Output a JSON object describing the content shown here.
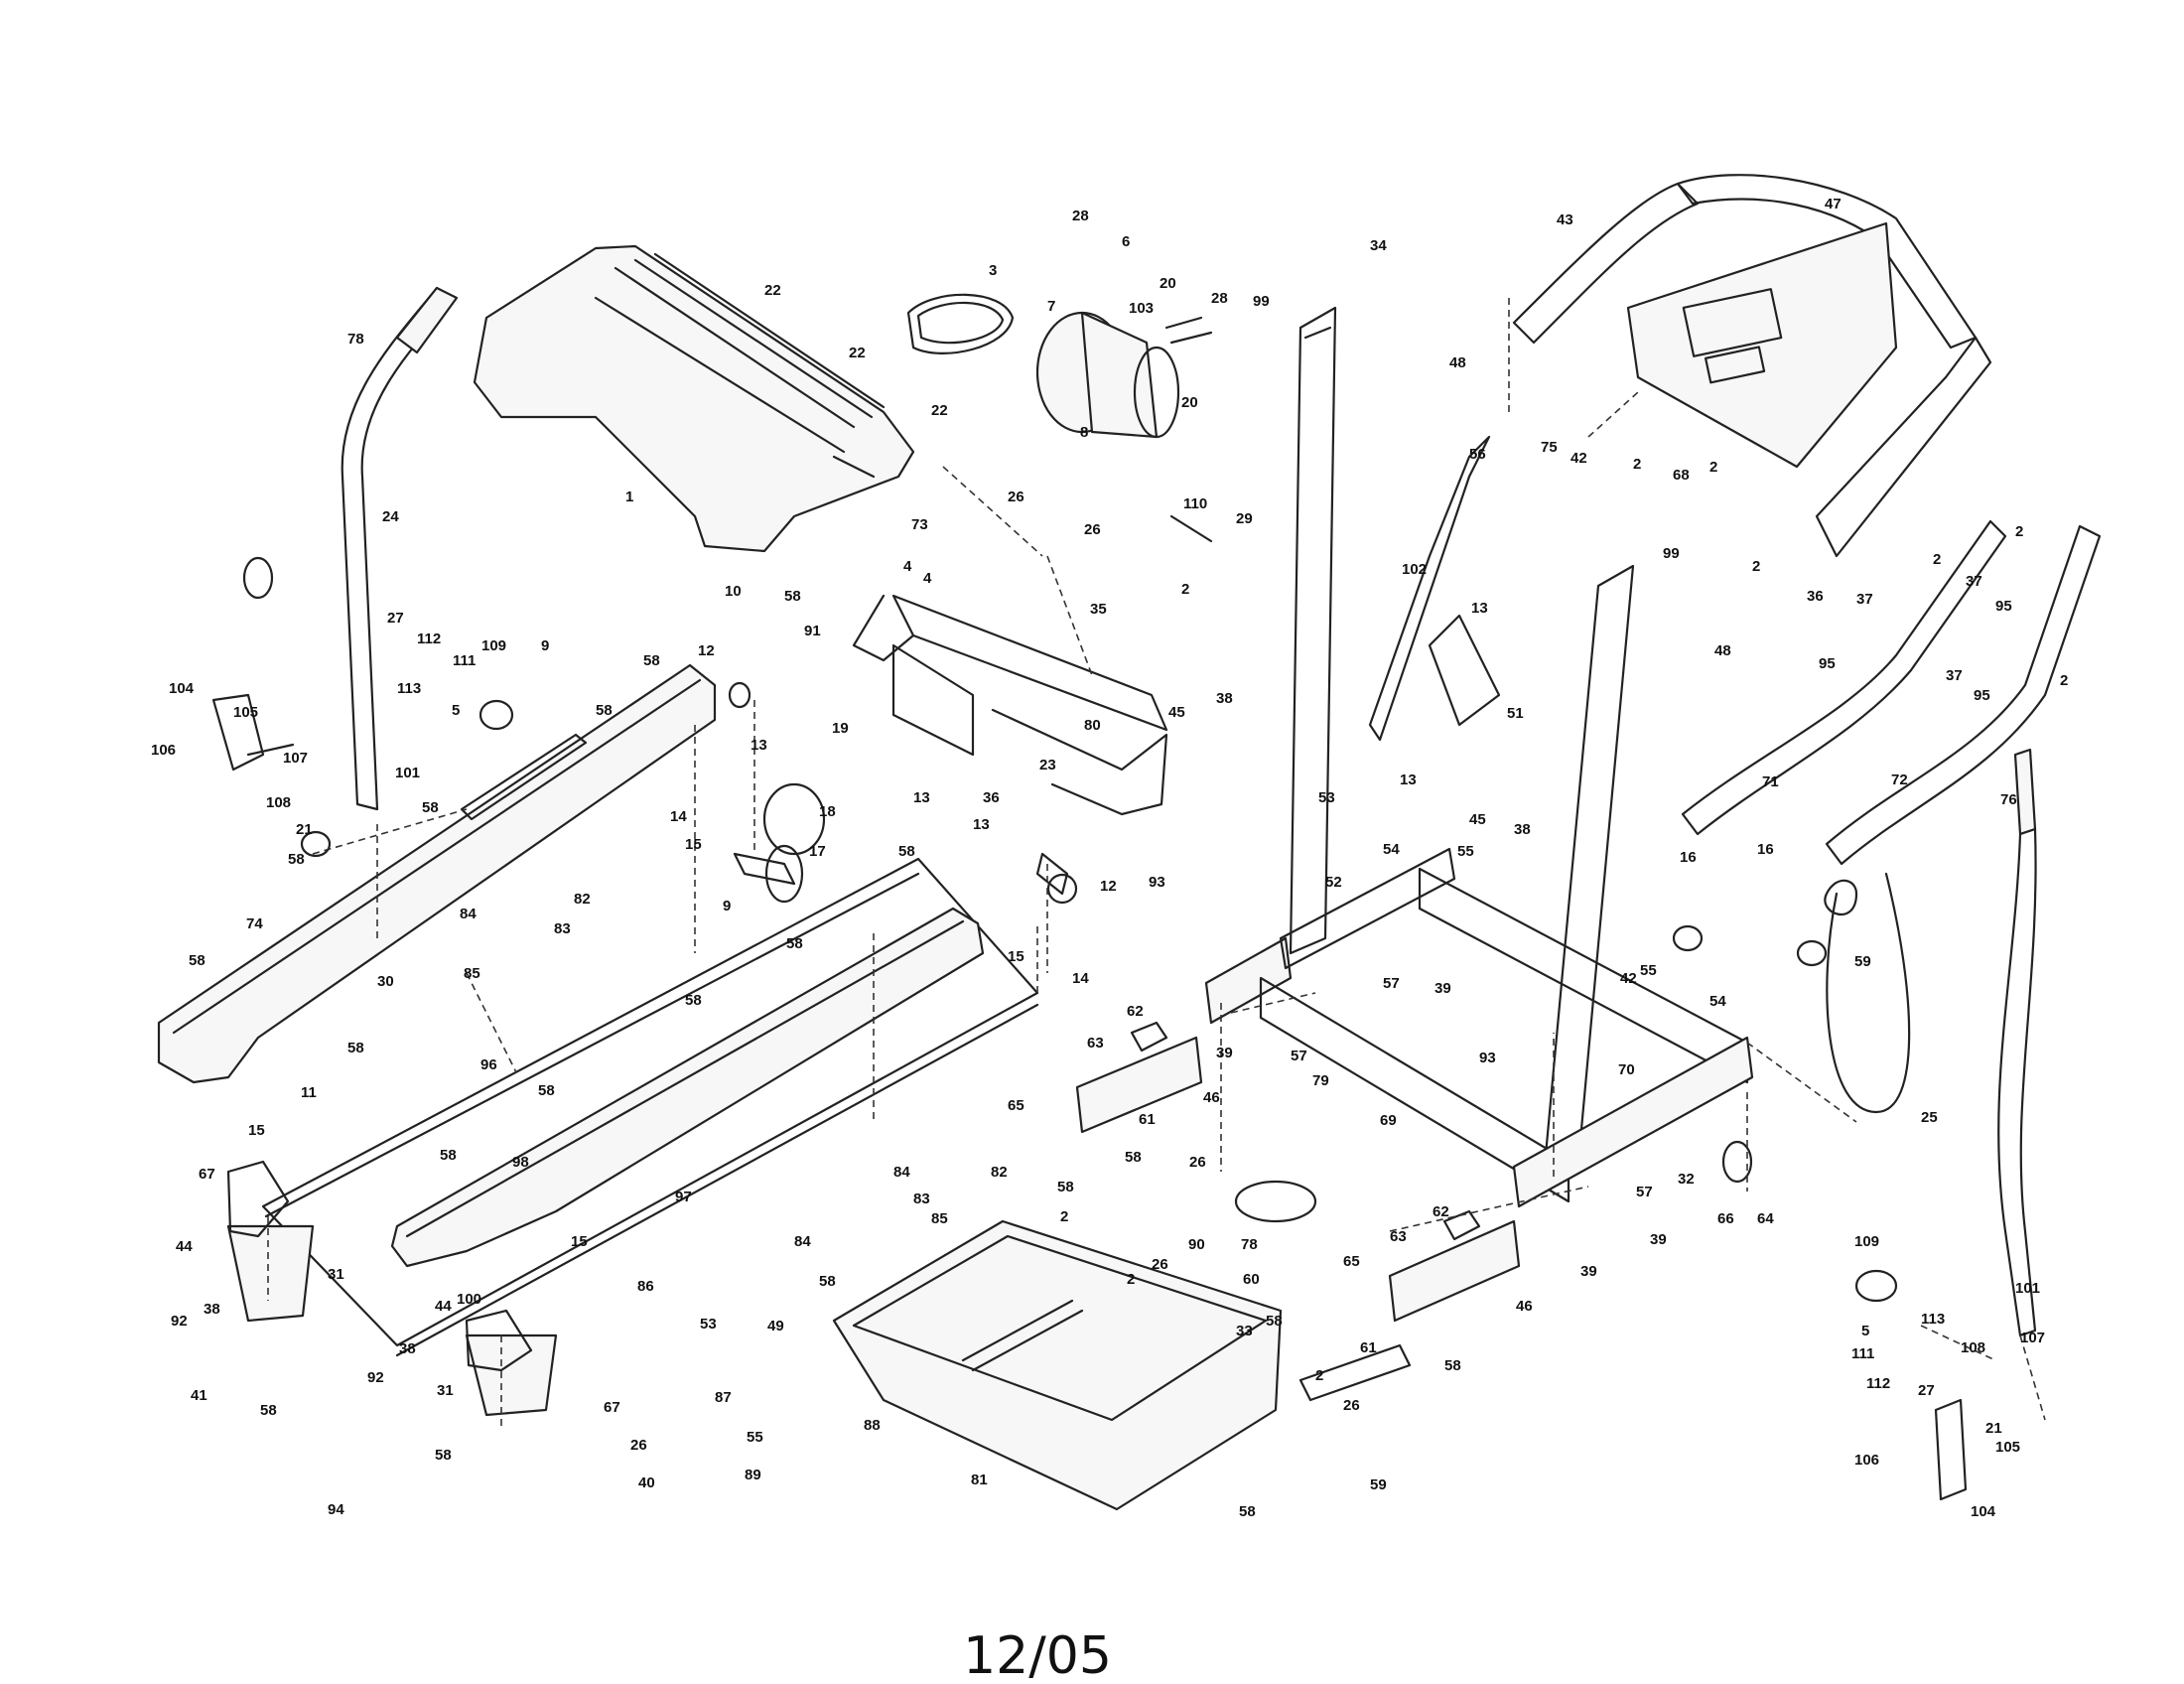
{
  "caption": "12/05",
  "callouts": [
    {
      "id": "c1",
      "label": "1"
    },
    {
      "id": "c3",
      "label": "3"
    },
    {
      "id": "c22a",
      "label": "22"
    },
    {
      "id": "c22b",
      "label": "22"
    },
    {
      "id": "c22c",
      "label": "22"
    },
    {
      "id": "c78",
      "label": "78"
    },
    {
      "id": "c24",
      "label": "24"
    },
    {
      "id": "c7",
      "label": "7"
    },
    {
      "id": "c8",
      "label": "8"
    },
    {
      "id": "c28a",
      "label": "28"
    },
    {
      "id": "c6",
      "label": "6"
    },
    {
      "id": "c20a",
      "label": "20"
    },
    {
      "id": "c103",
      "label": "103"
    },
    {
      "id": "c28b",
      "label": "28"
    },
    {
      "id": "c20b",
      "label": "20"
    },
    {
      "id": "c99a",
      "label": "99"
    },
    {
      "id": "c34",
      "label": "34"
    },
    {
      "id": "c48a",
      "label": "48"
    },
    {
      "id": "c43",
      "label": "43"
    },
    {
      "id": "c47",
      "label": "47"
    },
    {
      "id": "c75",
      "label": "75"
    },
    {
      "id": "c2a",
      "label": "2"
    },
    {
      "id": "c68a",
      "label": "68"
    },
    {
      "id": "c2b",
      "label": "2"
    },
    {
      "id": "c56",
      "label": "56"
    },
    {
      "id": "c42a",
      "label": "42"
    },
    {
      "id": "c110",
      "label": "110"
    },
    {
      "id": "c29",
      "label": "29"
    },
    {
      "id": "c2c",
      "label": "2"
    },
    {
      "id": "c73",
      "label": "73"
    },
    {
      "id": "c26a",
      "label": "26"
    },
    {
      "id": "c26b",
      "label": "26"
    },
    {
      "id": "c35",
      "label": "35"
    },
    {
      "id": "c10",
      "label": "10"
    },
    {
      "id": "c58a",
      "label": "58"
    },
    {
      "id": "c91",
      "label": "91"
    },
    {
      "id": "c4a",
      "label": "4"
    },
    {
      "id": "c4b",
      "label": "4"
    },
    {
      "id": "c12a",
      "label": "12"
    },
    {
      "id": "c80",
      "label": "80"
    },
    {
      "id": "c27a",
      "label": "27"
    },
    {
      "id": "c112a",
      "label": "112"
    },
    {
      "id": "c111a",
      "label": "111"
    },
    {
      "id": "c113a",
      "label": "113"
    },
    {
      "id": "c5a",
      "label": "5"
    },
    {
      "id": "c109a",
      "label": "109"
    },
    {
      "id": "c9a",
      "label": "9"
    },
    {
      "id": "c58b",
      "label": "58"
    },
    {
      "id": "c58c",
      "label": "58"
    },
    {
      "id": "c104a",
      "label": "104"
    },
    {
      "id": "c105a",
      "label": "105"
    },
    {
      "id": "c106a",
      "label": "106"
    },
    {
      "id": "c107a",
      "label": "107"
    },
    {
      "id": "c108a",
      "label": "108"
    },
    {
      "id": "c101a",
      "label": "101"
    },
    {
      "id": "c58d",
      "label": "58"
    },
    {
      "id": "c21a",
      "label": "21"
    },
    {
      "id": "c58e",
      "label": "58"
    },
    {
      "id": "c74",
      "label": "74"
    },
    {
      "id": "c58f",
      "label": "58"
    },
    {
      "id": "c13a",
      "label": "13"
    },
    {
      "id": "c19",
      "label": "19"
    },
    {
      "id": "c13b",
      "label": "13"
    },
    {
      "id": "c36a",
      "label": "36"
    },
    {
      "id": "c23",
      "label": "23"
    },
    {
      "id": "c14a",
      "label": "14"
    },
    {
      "id": "c18",
      "label": "18"
    },
    {
      "id": "c15a",
      "label": "15"
    },
    {
      "id": "c17",
      "label": "17"
    },
    {
      "id": "c58g",
      "label": "58"
    },
    {
      "id": "c13c",
      "label": "13"
    },
    {
      "id": "c12b",
      "label": "12"
    },
    {
      "id": "c82a",
      "label": "82"
    },
    {
      "id": "c84a",
      "label": "84"
    },
    {
      "id": "c83a",
      "label": "83"
    },
    {
      "id": "c85a",
      "label": "85"
    },
    {
      "id": "c9b",
      "label": "9"
    },
    {
      "id": "c58h",
      "label": "58"
    },
    {
      "id": "c15b",
      "label": "15"
    },
    {
      "id": "c30",
      "label": "30"
    },
    {
      "id": "c58i",
      "label": "58"
    },
    {
      "id": "c11",
      "label": "11"
    },
    {
      "id": "c58j",
      "label": "58"
    },
    {
      "id": "c14b",
      "label": "14"
    },
    {
      "id": "c96",
      "label": "96"
    },
    {
      "id": "c58k",
      "label": "58"
    },
    {
      "id": "c15c",
      "label": "15"
    },
    {
      "id": "c67a",
      "label": "67"
    },
    {
      "id": "c58l",
      "label": "58"
    },
    {
      "id": "c98",
      "label": "98"
    },
    {
      "id": "c97",
      "label": "97"
    },
    {
      "id": "c44a",
      "label": "44"
    },
    {
      "id": "c92a",
      "label": "92"
    },
    {
      "id": "c38a",
      "label": "38"
    },
    {
      "id": "c31a",
      "label": "31"
    },
    {
      "id": "c41",
      "label": "41"
    },
    {
      "id": "c58m",
      "label": "58"
    },
    {
      "id": "c94",
      "label": "94"
    },
    {
      "id": "c15d",
      "label": "15"
    },
    {
      "id": "c100",
      "label": "100"
    },
    {
      "id": "c44b",
      "label": "44"
    },
    {
      "id": "c38b",
      "label": "38"
    },
    {
      "id": "c92b",
      "label": "92"
    },
    {
      "id": "c31b",
      "label": "31"
    },
    {
      "id": "c58n",
      "label": "58"
    },
    {
      "id": "c67b",
      "label": "67"
    },
    {
      "id": "c86",
      "label": "86"
    },
    {
      "id": "c26c",
      "label": "26"
    },
    {
      "id": "c40",
      "label": "40"
    },
    {
      "id": "c87",
      "label": "87"
    },
    {
      "id": "c55a",
      "label": "55"
    },
    {
      "id": "c89",
      "label": "89"
    },
    {
      "id": "c53a",
      "label": "53"
    },
    {
      "id": "c49",
      "label": "49"
    },
    {
      "id": "c88",
      "label": "88"
    },
    {
      "id": "c84b",
      "label": "84"
    },
    {
      "id": "c82b",
      "label": "82"
    },
    {
      "id": "c83b",
      "label": "83"
    },
    {
      "id": "c85b",
      "label": "85"
    },
    {
      "id": "c84c",
      "label": "84"
    },
    {
      "id": "c58o",
      "label": "58"
    },
    {
      "id": "c2d",
      "label": "2"
    },
    {
      "id": "c58p",
      "label": "58"
    },
    {
      "id": "c81",
      "label": "81"
    },
    {
      "id": "c58q",
      "label": "58"
    },
    {
      "id": "c62a",
      "label": "62"
    },
    {
      "id": "c63a",
      "label": "63"
    },
    {
      "id": "c46a",
      "label": "46"
    },
    {
      "id": "c65a",
      "label": "65"
    },
    {
      "id": "c61a",
      "label": "61"
    },
    {
      "id": "c58r",
      "label": "58"
    },
    {
      "id": "c26d",
      "label": "26"
    },
    {
      "id": "c79",
      "label": "79"
    },
    {
      "id": "c90",
      "label": "90"
    },
    {
      "id": "c78b",
      "label": "78"
    },
    {
      "id": "c60",
      "label": "60"
    },
    {
      "id": "c2e",
      "label": "2"
    },
    {
      "id": "c26e",
      "label": "26"
    },
    {
      "id": "c58s",
      "label": "58"
    },
    {
      "id": "c33",
      "label": "33"
    },
    {
      "id": "c2f",
      "label": "2"
    },
    {
      "id": "c26f",
      "label": "26"
    },
    {
      "id": "c59a",
      "label": "59"
    },
    {
      "id": "c45a",
      "label": "45"
    },
    {
      "id": "c38c",
      "label": "38"
    },
    {
      "id": "c93a",
      "label": "93"
    },
    {
      "id": "c39a",
      "label": "39"
    },
    {
      "id": "c57a",
      "label": "57"
    },
    {
      "id": "c102",
      "label": "102"
    },
    {
      "id": "c13d",
      "label": "13"
    },
    {
      "id": "c51",
      "label": "51"
    },
    {
      "id": "c53b",
      "label": "53"
    },
    {
      "id": "c13e",
      "label": "13"
    },
    {
      "id": "c54a",
      "label": "54"
    },
    {
      "id": "c52",
      "label": "52"
    },
    {
      "id": "c45b",
      "label": "45"
    },
    {
      "id": "c38d",
      "label": "38"
    },
    {
      "id": "c55b",
      "label": "55"
    },
    {
      "id": "c57b",
      "label": "57"
    },
    {
      "id": "c39b",
      "label": "39"
    },
    {
      "id": "c69",
      "label": "69"
    },
    {
      "id": "c93b",
      "label": "93"
    },
    {
      "id": "c42b",
      "label": "42"
    },
    {
      "id": "c55c",
      "label": "55"
    },
    {
      "id": "c54b",
      "label": "54"
    },
    {
      "id": "c70",
      "label": "70"
    },
    {
      "id": "c32",
      "label": "32"
    },
    {
      "id": "c66",
      "label": "66"
    },
    {
      "id": "c64",
      "label": "64"
    },
    {
      "id": "c57c",
      "label": "57"
    },
    {
      "id": "c39c",
      "label": "39"
    },
    {
      "id": "c39d",
      "label": "39"
    },
    {
      "id": "c62b",
      "label": "62"
    },
    {
      "id": "c63b",
      "label": "63"
    },
    {
      "id": "c46b",
      "label": "46"
    },
    {
      "id": "c65b",
      "label": "65"
    },
    {
      "id": "c61b",
      "label": "61"
    },
    {
      "id": "c58t",
      "label": "58"
    },
    {
      "id": "c99b",
      "label": "99"
    },
    {
      "id": "c48b",
      "label": "48"
    },
    {
      "id": "c36b",
      "label": "36"
    },
    {
      "id": "c37a",
      "label": "37"
    },
    {
      "id": "c2g",
      "label": "2"
    },
    {
      "id": "c37b",
      "label": "37"
    },
    {
      "id": "c95a",
      "label": "95"
    },
    {
      "id": "c95b",
      "label": "95"
    },
    {
      "id": "c37c",
      "label": "37"
    },
    {
      "id": "c95c",
      "label": "95"
    },
    {
      "id": "c2h",
      "label": "2"
    },
    {
      "id": "c2i",
      "label": "2"
    },
    {
      "id": "c2j",
      "label": "2"
    },
    {
      "id": "c71",
      "label": "71"
    },
    {
      "id": "c72",
      "label": "72"
    },
    {
      "id": "c16a",
      "label": "16"
    },
    {
      "id": "c16b",
      "label": "16"
    },
    {
      "id": "c76",
      "label": "76"
    },
    {
      "id": "c59b",
      "label": "59"
    },
    {
      "id": "c25",
      "label": "25"
    },
    {
      "id": "c109b",
      "label": "109"
    },
    {
      "id": "c101b",
      "label": "101"
    },
    {
      "id": "c5b",
      "label": "5"
    },
    {
      "id": "c113b",
      "label": "113"
    },
    {
      "id": "c111b",
      "label": "111"
    },
    {
      "id": "c108b",
      "label": "108"
    },
    {
      "id": "c107b",
      "label": "107"
    },
    {
      "id": "c112b",
      "label": "112"
    },
    {
      "id": "c27b",
      "label": "27"
    },
    {
      "id": "c21b",
      "label": "21"
    },
    {
      "id": "c106b",
      "label": "106"
    },
    {
      "id": "c105b",
      "label": "105"
    },
    {
      "id": "c104b",
      "label": "104"
    }
  ]
}
